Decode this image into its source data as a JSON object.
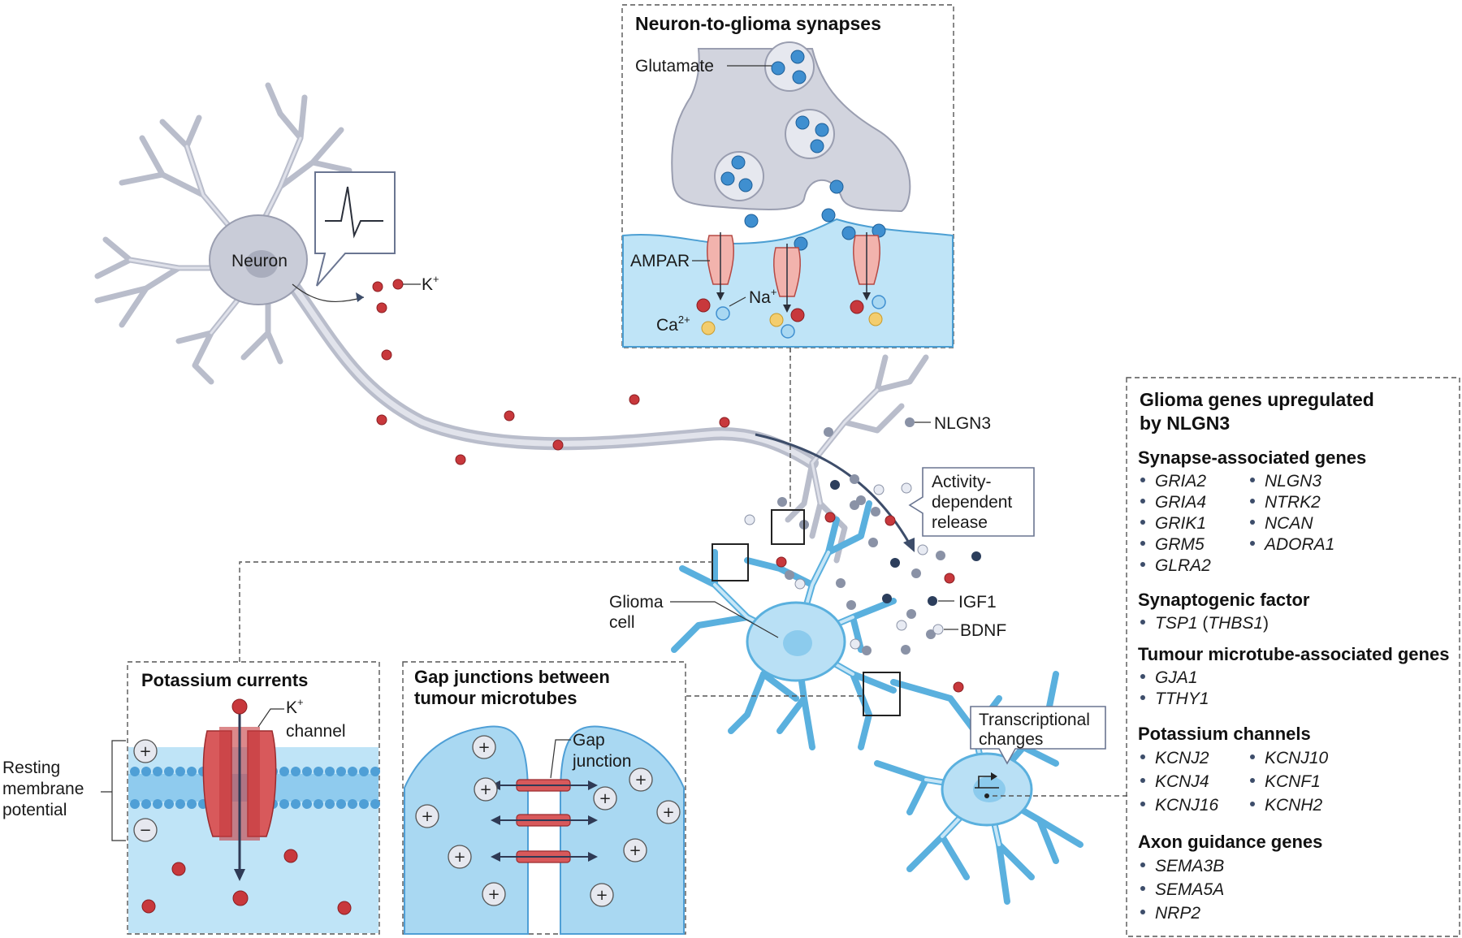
{
  "neuron": {
    "label": "Neuron",
    "k_ion": "K",
    "k_sup": "+"
  },
  "synapse_box": {
    "title": "Neuron-to-glioma synapses",
    "glutamate": "Glutamate",
    "ampar": "AMPAR",
    "na": "Na",
    "na_sup": "+",
    "ca": "Ca",
    "ca_sup": "2+"
  },
  "release": {
    "nlgn3": "NLGN3",
    "activity_line1": "Activity-",
    "activity_line2": "dependent",
    "activity_line3": "release",
    "igf1": "IGF1",
    "bdnf": "BDNF"
  },
  "glioma": {
    "line1": "Glioma",
    "line2": "cell"
  },
  "transcription": {
    "line1": "Transcriptional",
    "line2": "changes"
  },
  "potassium_box": {
    "title": "Potassium currents",
    "channel_k": "K",
    "channel_sup": "+",
    "channel_word": "channel",
    "resting_line1": "Resting",
    "resting_line2": "membrane",
    "resting_line3": "potential",
    "plus": "+",
    "minus": "−"
  },
  "gap_box": {
    "title_line1": "Gap junctions between",
    "title_line2": "tumour microtubes",
    "gap_line1": "Gap",
    "gap_line2": "junction",
    "plus": "+"
  },
  "genes_panel": {
    "title_line1": "Glioma genes upregulated",
    "title_line2": "by NLGN3",
    "groups": [
      {
        "heading": "Synapse-associated genes",
        "left": [
          "GRIA2",
          "GRIA4",
          "GRIK1",
          "GRM5",
          "GLRA2"
        ],
        "right": [
          "NLGN3",
          "NTRK2",
          "NCAN",
          "ADORA1"
        ]
      },
      {
        "heading": "Synaptogenic factor",
        "left": [
          "TSP1"
        ],
        "left_extra": "(THBS1)",
        "left_extra_inner": "THBS1"
      },
      {
        "heading": "Tumour microtube-associated genes",
        "left": [
          "GJA1",
          "TTHY1"
        ]
      },
      {
        "heading": "Potassium channels",
        "left": [
          "KCNJ2",
          "KCNJ4",
          "KCNJ16"
        ],
        "right": [
          "KCNJ10",
          "KCNF1",
          "KCNH2"
        ]
      },
      {
        "heading": "Axon guidance genes",
        "left": [
          "SEMA3B",
          "SEMA5A",
          "NRP2"
        ]
      }
    ]
  },
  "colors": {
    "neuron": "#c9ccd8",
    "glioma": "#a9d8f2",
    "ion_red": "#c8383c",
    "glutamate_blue": "#3f8fd0",
    "calcium_yellow": "#f3cd6e",
    "channel_pink": "#f2b3ad"
  }
}
